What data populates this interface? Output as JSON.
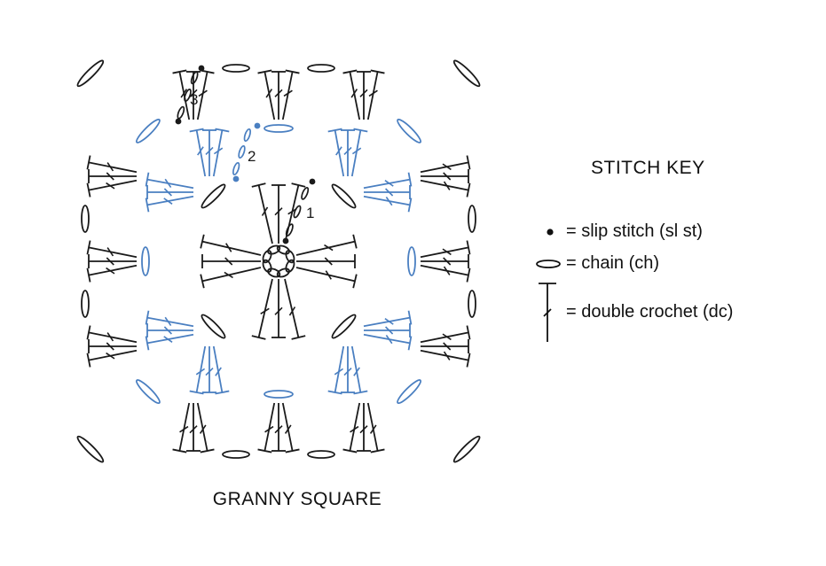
{
  "diagram": {
    "caption": "GRANNY SQUARE",
    "round_labels": [
      "1",
      "2",
      "3"
    ],
    "colors": {
      "ink": "#1a1a1a",
      "round2": "#4a7fc1",
      "background": "#ffffff"
    }
  },
  "key": {
    "title": "STITCH KEY",
    "items": [
      {
        "symbol": "dot",
        "label": "= slip stitch (sl st)"
      },
      {
        "symbol": "oval",
        "label": "= chain (ch)"
      },
      {
        "symbol": "dc",
        "label": "= double crochet (dc)"
      }
    ]
  }
}
